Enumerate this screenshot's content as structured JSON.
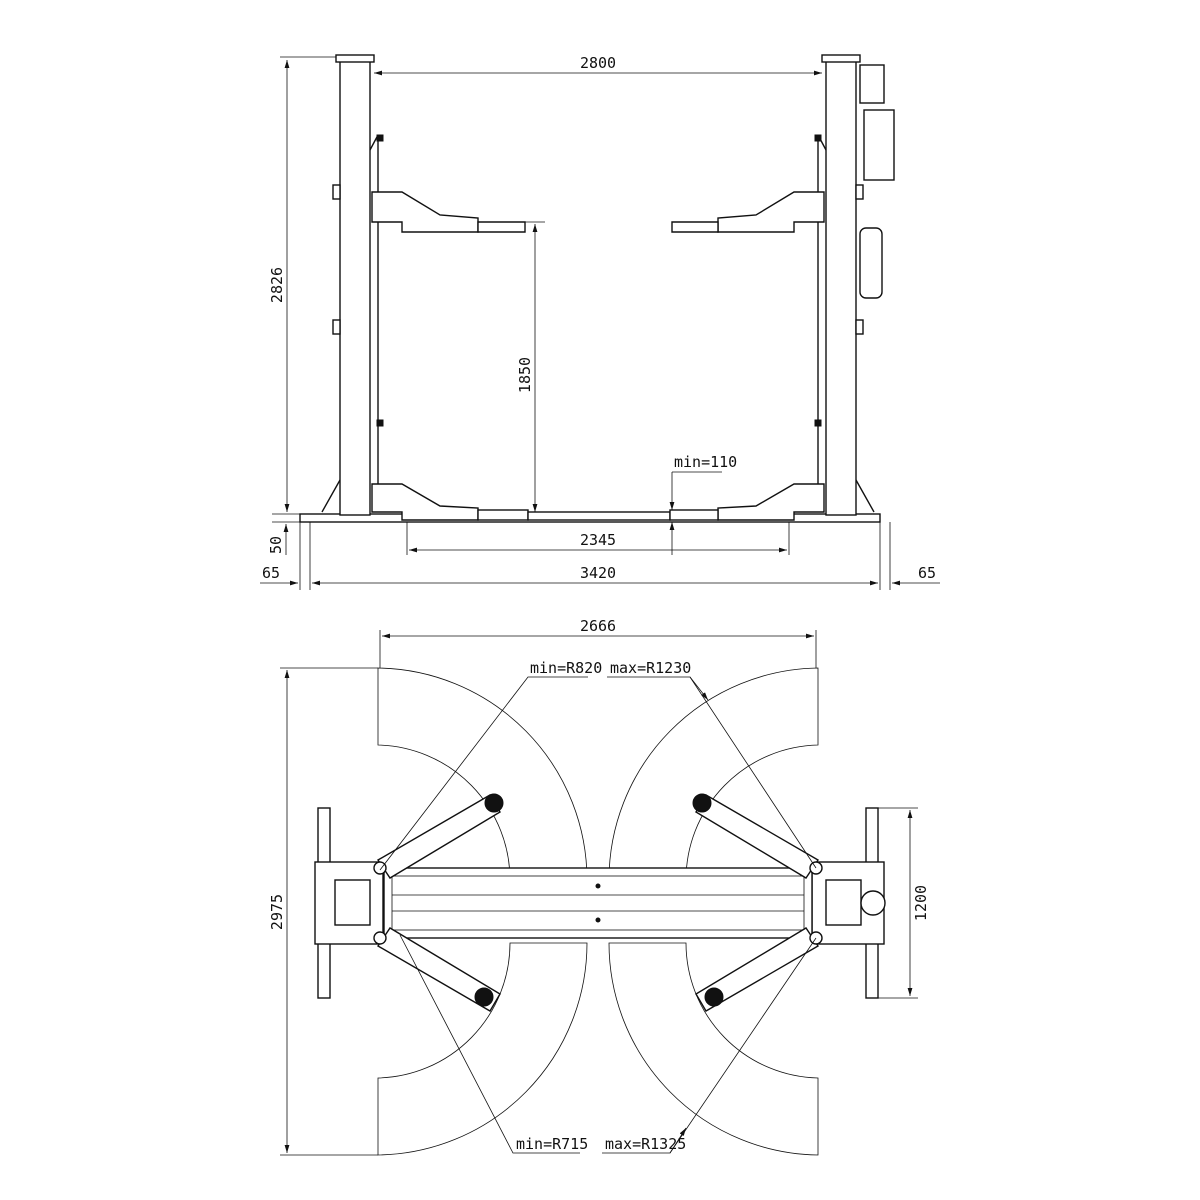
{
  "front_view": {
    "dimensions": {
      "column_span": "2800",
      "overall_height": "2826",
      "arm_height": "1850",
      "min_pad_height": "min=110",
      "base_thickness": "50",
      "arm_reach": "2345",
      "overall_width": "3420",
      "left_offset": "65",
      "right_offset": "65"
    }
  },
  "plan_view": {
    "dimensions": {
      "outer_width": "2666",
      "overall_depth": "2975",
      "base_plate_depth": "1200",
      "min_radius_front": "min=R820",
      "max_radius_front": "max=R1230",
      "min_radius_rear": "min=R715",
      "max_radius_rear": "max=R1325"
    }
  }
}
